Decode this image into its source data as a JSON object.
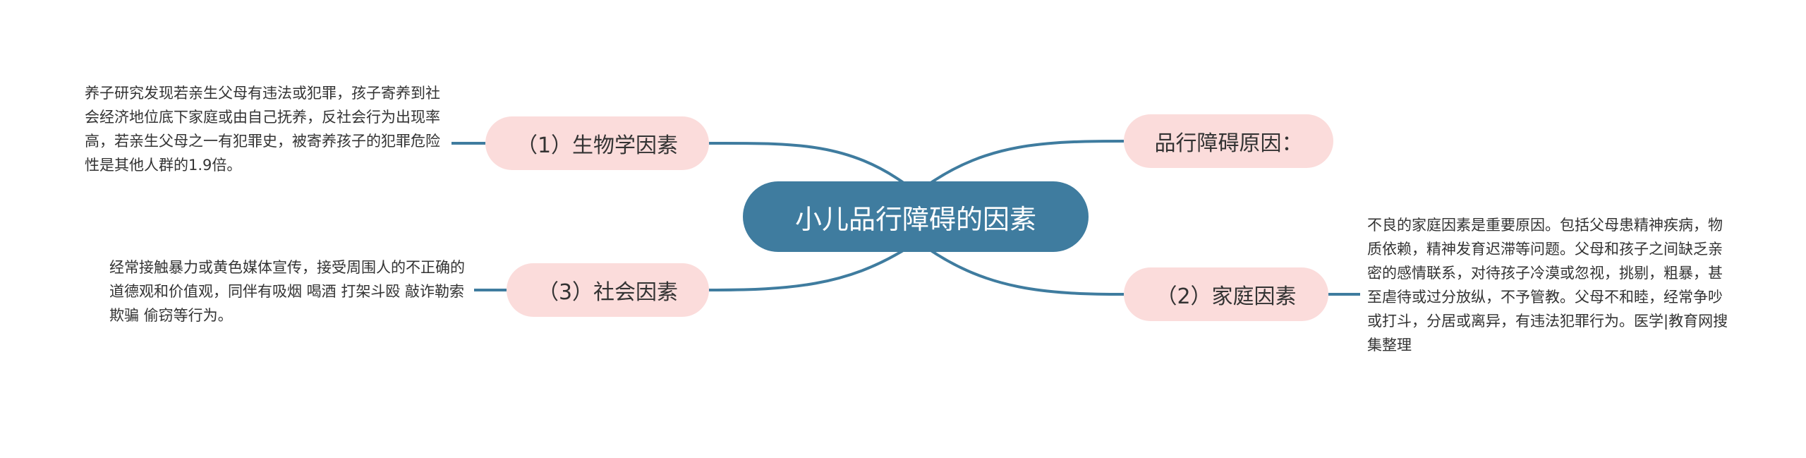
{
  "mindmap": {
    "root": {
      "label": "小儿品行障碍的因素",
      "color": "#3f7c9f"
    },
    "branch_color": "#fbdcdb",
    "line_color": "#3f7c9f",
    "branches": [
      {
        "label": "（1）生物学因素",
        "details": "养子研究发现若亲生父母有违法或犯罪，孩子寄养到社会经济地位底下家庭或由自己抚养，反社会行为出现率高，若亲生父母之一有犯罪史，被寄养孩子的犯罪危险性是其他人群的1.9倍。"
      },
      {
        "label": "（3）社会因素",
        "details": "经常接触暴力或黄色媒体宣传，接受周围人的不正确的道德观和价值观，同伴有吸烟 喝酒 打架斗殴 敲诈勒索 欺骗 偷窃等行为。"
      },
      {
        "label": "品行障碍原因："
      },
      {
        "label": "（2）家庭因素",
        "details": "不良的家庭因素是重要原因。包括父母患精神疾病，物质依赖，精神发育迟滞等问题。父母和孩子之间缺乏亲密的感情联系，对待孩子冷漠或忽视，挑剔，粗暴，甚至虐待或过分放纵，不予管教。父母不和睦，经常争吵或打斗，分居或离异，有违法犯罪行为。医学|教育网搜集整理"
      }
    ]
  }
}
